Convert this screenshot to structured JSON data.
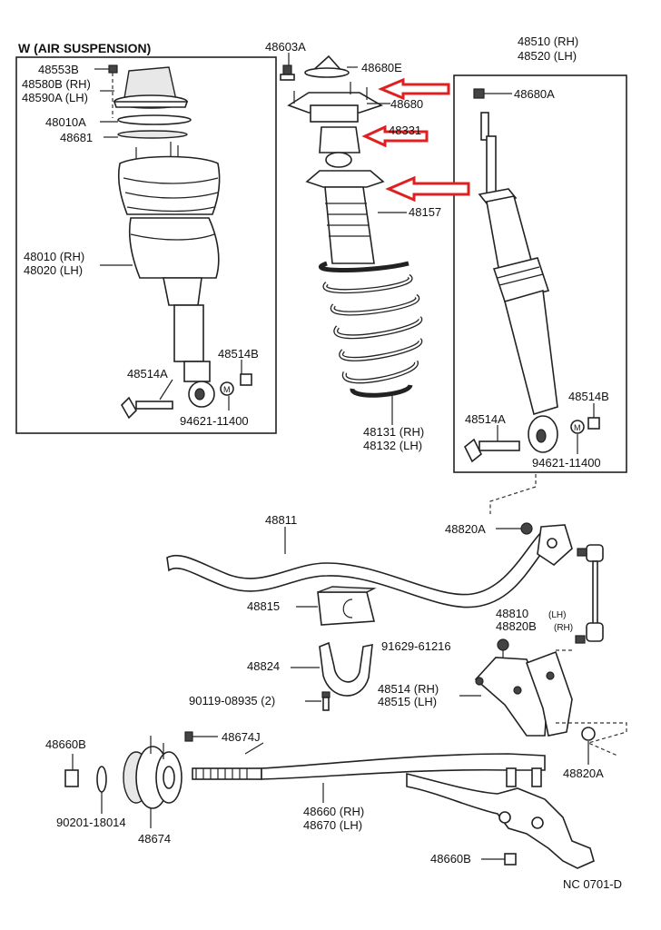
{
  "title": "W (AIR SUSPENSION)",
  "footer_code": "NC 0701-D",
  "labels": {
    "p48553B": "48553B",
    "p48580B": "48580B (RH)",
    "p48590A": "48590A (LH)",
    "p48010A": "48010A",
    "p48681": "48681",
    "p48010": "48010 (RH)",
    "p48020": "48020 (LH)",
    "p48514B_l": "48514B",
    "p48514A_l": "48514A",
    "p94621_l": "94621-11400",
    "p48603A": "48603A",
    "p48680E": "48680E",
    "p48680": "48680",
    "p48331": "48331",
    "p48157": "48157",
    "p48131": "48131 (RH)",
    "p48132": "48132 (LH)",
    "p48510": "48510 (RH)",
    "p48520": "48520 (LH)",
    "p48680A": "48680A",
    "p48514B_r": "48514B",
    "p48514A_r": "48514A",
    "p94621_r": "94621-11400",
    "p48811": "48811",
    "p48820A_t": "48820A",
    "p48815": "48815",
    "p48810": "48810",
    "p48810_lh": "(LH)",
    "p48820B": "48820B",
    "p48820B_rh": "(RH)",
    "p91629": "91629-61216",
    "p48824": "48824",
    "p90119": "90119-08935 (2)",
    "p48514_rh": "48514 (RH)",
    "p48515_lh": "48515 (LH)",
    "p48660B_t": "48660B",
    "p48674J": "48674J",
    "p48820A_b": "48820A",
    "p90201": "90201-18014",
    "p48660": "48660 (RH)",
    "p48670": "48670 (LH)",
    "p48674": "48674",
    "p48660B_b": "48660B"
  },
  "colors": {
    "highlight_arrow": "#e02020",
    "line": "#222222"
  }
}
